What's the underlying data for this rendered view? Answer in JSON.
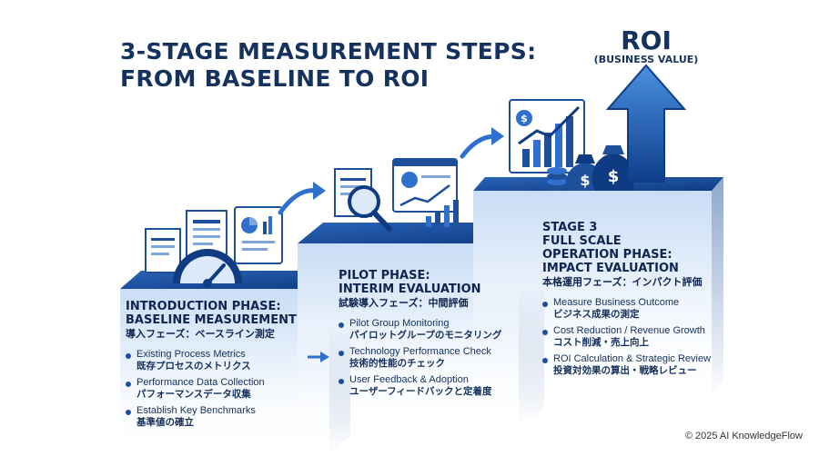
{
  "title": {
    "line1": "3-STAGE MEASUREMENT STEPS:",
    "line2": "FROM BASELINE TO ROI"
  },
  "roi": {
    "label": "ROI",
    "sublabel": "(BUSINESS VALUE)"
  },
  "stages": [
    {
      "title_lines": [
        "INTRODUCTION PHASE:",
        "BASELINE MEASUREMENT"
      ],
      "jp_title": "導入フェーズ：ベースライン測定",
      "items": [
        {
          "en": "Existing Process Metrics",
          "jp": "既存プロセスのメトリクス"
        },
        {
          "en": "Performance Data Collection",
          "jp": "パフォーマンスデータ収集"
        },
        {
          "en": "Establish Key Benchmarks",
          "jp": "基準値の確立"
        }
      ]
    },
    {
      "title_lines": [
        "PILOT  PHASE:",
        "INTERIM EVALUATION"
      ],
      "jp_title": "試験導入フェーズ：中間評価",
      "items": [
        {
          "en": "Pilot Group Monitoring",
          "jp": "パイロットグループのモニタリング"
        },
        {
          "en": "Technology Performance Check",
          "jp": "技術的性能のチェック"
        },
        {
          "en": "User Feedback & Adoption",
          "jp": "ユーザーフィードバックと定着度"
        }
      ]
    },
    {
      "title_lines": [
        "STAGE 3",
        "FULL SCALE",
        "OPERATION PHASE:",
        "IMPACT EVALUATION"
      ],
      "jp_title": "本格運用フェーズ：インパクト評価",
      "items": [
        {
          "en": "Measure Business Outcome",
          "jp": "ビジネス成果の測定"
        },
        {
          "en": "Cost Reduction / Revenue Growth",
          "jp": "コスト削減・売上向上"
        },
        {
          "en": "ROI Calculation & Strategic Review",
          "jp": "投資対効果の算出・戦略レビュー"
        }
      ]
    }
  ],
  "copyright": "© 2025 AI KnowledgeFlow",
  "colors": {
    "primary": "#1d4f9a",
    "dark": "#15325f",
    "light": "#dce9f8",
    "accent": "#2f6fce"
  },
  "icons": [
    "document-icon",
    "gauge-icon",
    "report-icon",
    "magnifier-icon",
    "dashboard-icon",
    "arrow-icon",
    "coin-icon",
    "money-bag-icon",
    "growth-chart-icon"
  ]
}
